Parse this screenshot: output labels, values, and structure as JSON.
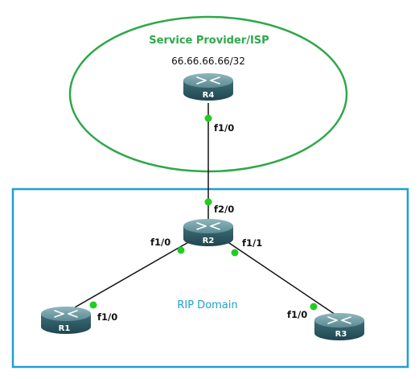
{
  "zones": {
    "isp": {
      "label": "Service Provider/ISP",
      "color": "#2ea84a"
    },
    "rip": {
      "label": "RIP Domain",
      "color": "#1e9fd4"
    }
  },
  "routers": {
    "r1": {
      "name": "R1"
    },
    "r2": {
      "name": "R2"
    },
    "r3": {
      "name": "R3"
    },
    "r4": {
      "name": "R4",
      "address": "66.66.66.66/32"
    }
  },
  "interfaces": {
    "r4_f10": "f1/0",
    "r2_f20": "f2/0",
    "r2_f10": "f1/0",
    "r2_f11": "f1/1",
    "r1_f10": "f1/0",
    "r3_f10": "f1/0"
  },
  "colors": {
    "link": "#111111",
    "port": "#22cc22",
    "router_top": "#6f9aa3",
    "router_body": "#2f5d66"
  }
}
